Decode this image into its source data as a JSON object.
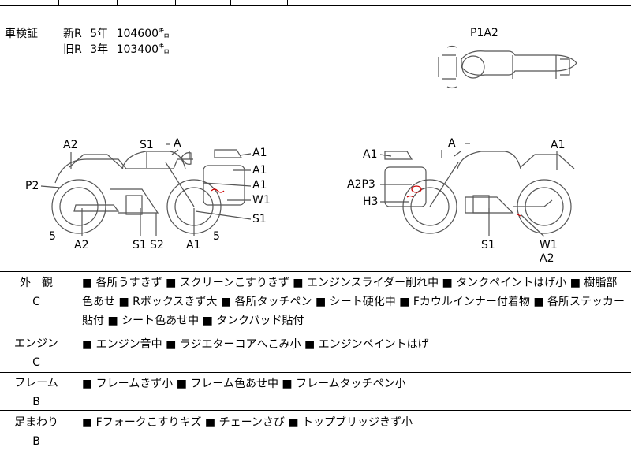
{
  "inspection": {
    "title": "車検証",
    "new": {
      "label": "新R",
      "years": "5年",
      "km": "104600㌔"
    },
    "old": {
      "label": "旧R",
      "years": "3年",
      "km": "103400㌔"
    }
  },
  "top_view": {
    "code": "P1A2"
  },
  "left_side_labels": {
    "A2_top": "A2",
    "S1": "S1",
    "A_top": "A",
    "A1_1": "A1",
    "A1_2": "A1",
    "A1_3": "A1",
    "W1": "W1",
    "S1_right": "S1",
    "P2": "P2",
    "five_left": "5",
    "A2_bottom": "A2",
    "S1_bottom": "S1",
    "S2_bottom": "S2",
    "A1_bottom": "A1",
    "five_right": "5"
  },
  "right_side_labels": {
    "A_top": "A",
    "A1_top_right": "A1",
    "A1_left": "A1",
    "A2P3": "A2P3",
    "H3": "H3",
    "S1": "S1",
    "W1": "W1",
    "A2": "A2"
  },
  "sections": [
    {
      "name": "外　観",
      "grade": "C",
      "text": "■ 各所うすきず ■ スクリーンこすりきず ■ エンジンスライダー削れ中 ■ タンクペイントはげ小 ■ 樹脂部色あせ ■ Rボックスきず大 ■ 各所タッチペン ■ シート硬化中 ■ Fカウルインナー付着物 ■ 各所ステッカー貼付 ■ シート色あせ中 ■ タンクパッド貼付"
    },
    {
      "name": "エンジン",
      "grade": "C",
      "text": "■ エンジン音中 ■ ラジエターコアへこみ小 ■ エンジンペイントはげ"
    },
    {
      "name": "フレーム",
      "grade": "B",
      "text": "■ フレームきず小 ■ フレーム色あせ中 ■ フレームタッチペン小"
    },
    {
      "name": "足まわり",
      "grade": "B",
      "text": "■ Fフォークこすりキズ ■ チェーンさび ■ トップブリッジきず小"
    }
  ]
}
